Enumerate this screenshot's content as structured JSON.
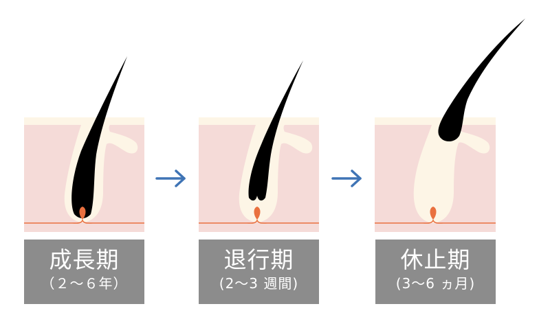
{
  "diagram": {
    "colors": {
      "skin": "#f5dbd8",
      "cream": "#fdf5e6",
      "hair": "#000000",
      "papilla": "#e9703f",
      "label_bg": "#8c8c8c",
      "label_text": "#ffffff",
      "arrow": "#3f74b5"
    },
    "stages": [
      {
        "title": "成長期",
        "duration": "（２～６年）"
      },
      {
        "title": "退行期",
        "duration": "(2～3 週間)"
      },
      {
        "title": "休止期",
        "duration": "(3～6 ヵ月)"
      }
    ],
    "arrows": [
      {
        "icon": "right-arrow-icon"
      },
      {
        "icon": "right-arrow-icon"
      }
    ]
  }
}
